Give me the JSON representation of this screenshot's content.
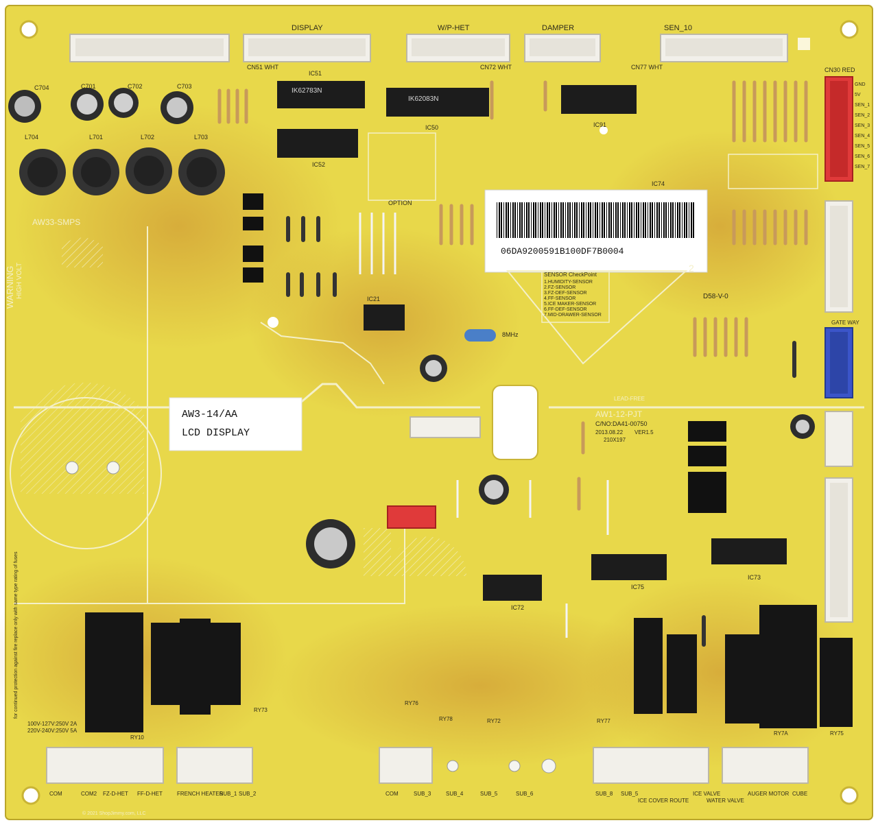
{
  "board": {
    "colors": {
      "pcb": "#e8d84a",
      "pcb_dark": "#cdb52e",
      "silkscreen": "#f4f0c8",
      "scorch": "#c98a2e",
      "connector": "#f2f0ea",
      "ic": "#1c1c1c",
      "relay": "#151515",
      "red_connector": "#e03a3a",
      "blue_connector": "#3b55c9"
    },
    "connectors_top": [
      "DISPLAY",
      "W/P-HET",
      "DAMPER",
      "SEN_10"
    ],
    "connector_codes_top": [
      "CN51 WHT",
      "CN72 WHT",
      "CN77 WHT",
      "CN30 RED"
    ],
    "ics": [
      "IK62783N",
      "IK62083N",
      "IC51",
      "IC52",
      "IC50",
      "IC91",
      "IC21",
      "IC74",
      "IC72",
      "IC75",
      "IC73"
    ],
    "power_section": {
      "label": "AW33-SMPS",
      "warning": "WARNING",
      "warning_sub": "HIGH VOLT",
      "caps": [
        "C704",
        "C701",
        "C702",
        "C703"
      ],
      "inductors": [
        "L704",
        "L701",
        "L702",
        "L703"
      ]
    },
    "barcode_text": "06DA9200591B100DF7B0004",
    "sticker_line1": "AW3-14/AA",
    "sticker_line2": "LCD DISPLAY",
    "option_label": "OPTION",
    "sensor_check": {
      "title": "SENSOR CheckPoint",
      "items": [
        "1.HUMIDITY-SENSOR",
        "2.FZ-SENSOR",
        "3.FZ-DEF-SENSOR",
        "4.FF-SENSOR",
        "5.ICE MAKER-SENSOR",
        "6.FF-DEF-SENSOR",
        "7.MID-DRAWER-SENSOR"
      ]
    },
    "board_id": "AW1-12-PJT",
    "part_no": "C/NO:DA41-00750",
    "board_date": "2013.08.22",
    "board_version": "VER1.5",
    "board_size": "210X197",
    "revision_mark": "2",
    "cert_mark": "D58-V-0",
    "lead_free": "LEAD-FREE",
    "gate_way": "GATE WAY",
    "freq": "8MHz",
    "fuse_note_1": "100V-127V:250V 2A",
    "fuse_note_2": "220V-240V:250V 5A",
    "fuse_caution": "for continued protection against fire replace only with same type rating of fuses",
    "relays": [
      "RY10",
      "RY76",
      "RY73",
      "RY72",
      "RY77",
      "RY78",
      "RY7A",
      "RY75"
    ],
    "bottom_labels": [
      "COM",
      "COM2",
      "FZ-D-HET",
      "FF-D-HET",
      "FRENCH HEATER",
      "SUB_1",
      "SUB_2",
      "COM",
      "SUB_3",
      "SUB_4",
      "SUB_5",
      "SUB_6",
      "SUB_8",
      "SUB_5",
      "ICE COVER ROUTE",
      "ICE VALVE",
      "WATER VALVE",
      "AUGER MOTOR",
      "CUBE"
    ],
    "right_pins": [
      "GND",
      "5V",
      "SEN_1",
      "SEN_2",
      "SEN_3",
      "SEN_4",
      "SEN_5",
      "SEN_6",
      "SEN_7"
    ],
    "copyright": "© 2021 ShopJimmy.com, LLC"
  }
}
